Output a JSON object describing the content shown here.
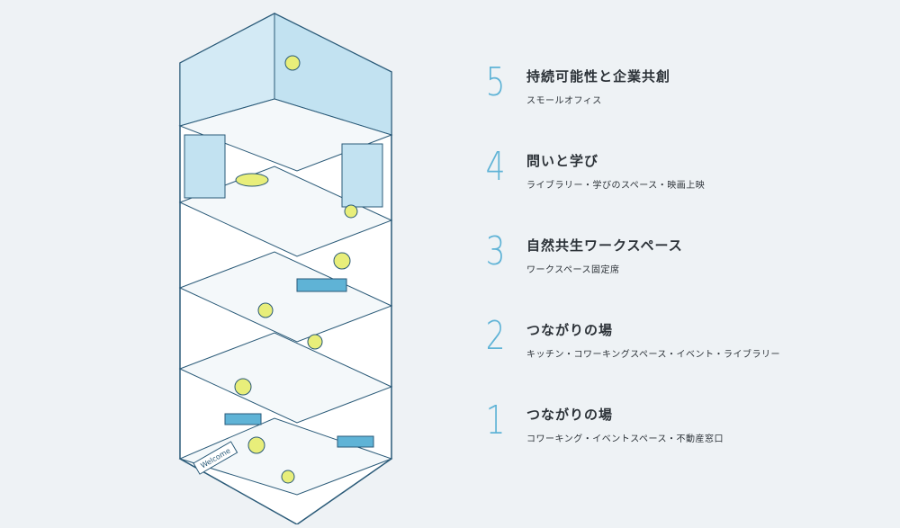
{
  "colors": {
    "accent": "#5fb3d6",
    "wall": "#d3eaf5",
    "outline": "#2a5a78",
    "highlight": "#e8ee7a",
    "text": "#2c3238",
    "background": "#eef2f5"
  },
  "illustration": {
    "sign_text": "Welcome"
  },
  "floors": [
    {
      "number": "5",
      "title": "持続可能性と企業共創",
      "subtitle": "スモールオフィス"
    },
    {
      "number": "4",
      "title": "問いと学び",
      "subtitle": "ライブラリー・学びのスペース・映画上映"
    },
    {
      "number": "3",
      "title": "自然共生ワークスペース",
      "subtitle": "ワークスペース固定席"
    },
    {
      "number": "2",
      "title": "つながりの場",
      "subtitle": "キッチン・コワーキングスペース・イベント・ライブラリー"
    },
    {
      "number": "1",
      "title": "つながりの場",
      "subtitle": "コワーキング・イベントスペース・不動産窓口"
    }
  ]
}
